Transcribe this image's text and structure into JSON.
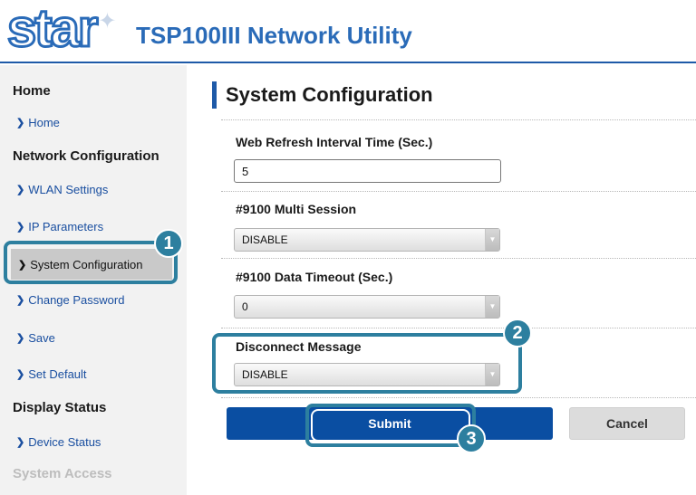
{
  "header": {
    "logo_text": "star",
    "app_title": "TSP100III Network Utility"
  },
  "sidebar": {
    "sections": [
      {
        "heading": "Home",
        "links": [
          "Home"
        ]
      },
      {
        "heading": "Network Configuration",
        "links": [
          "WLAN Settings",
          "IP Parameters",
          "System Configuration",
          "Change Password",
          "Save",
          "Set Default"
        ]
      },
      {
        "heading": "Display Status",
        "links": [
          "Device Status"
        ]
      },
      {
        "heading": "System Access",
        "links": []
      }
    ],
    "active_link": "System Configuration"
  },
  "main": {
    "page_title": "System Configuration",
    "fields": {
      "web_refresh": {
        "label": "Web Refresh Interval Time (Sec.)",
        "value": "5"
      },
      "multi_session": {
        "label": "#9100 Multi Session",
        "value": "DISABLE"
      },
      "data_timeout": {
        "label": "#9100 Data Timeout (Sec.)",
        "value": "0"
      },
      "disconnect_message": {
        "label": "Disconnect Message",
        "value": "DISABLE"
      }
    },
    "buttons": {
      "submit": "Submit",
      "cancel": "Cancel"
    }
  },
  "callouts": [
    "1",
    "2",
    "3"
  ],
  "colors": {
    "brand_blue": "#1e5aa8",
    "submit_blue": "#0a4ea2",
    "callout_teal": "#2d7f9f"
  }
}
